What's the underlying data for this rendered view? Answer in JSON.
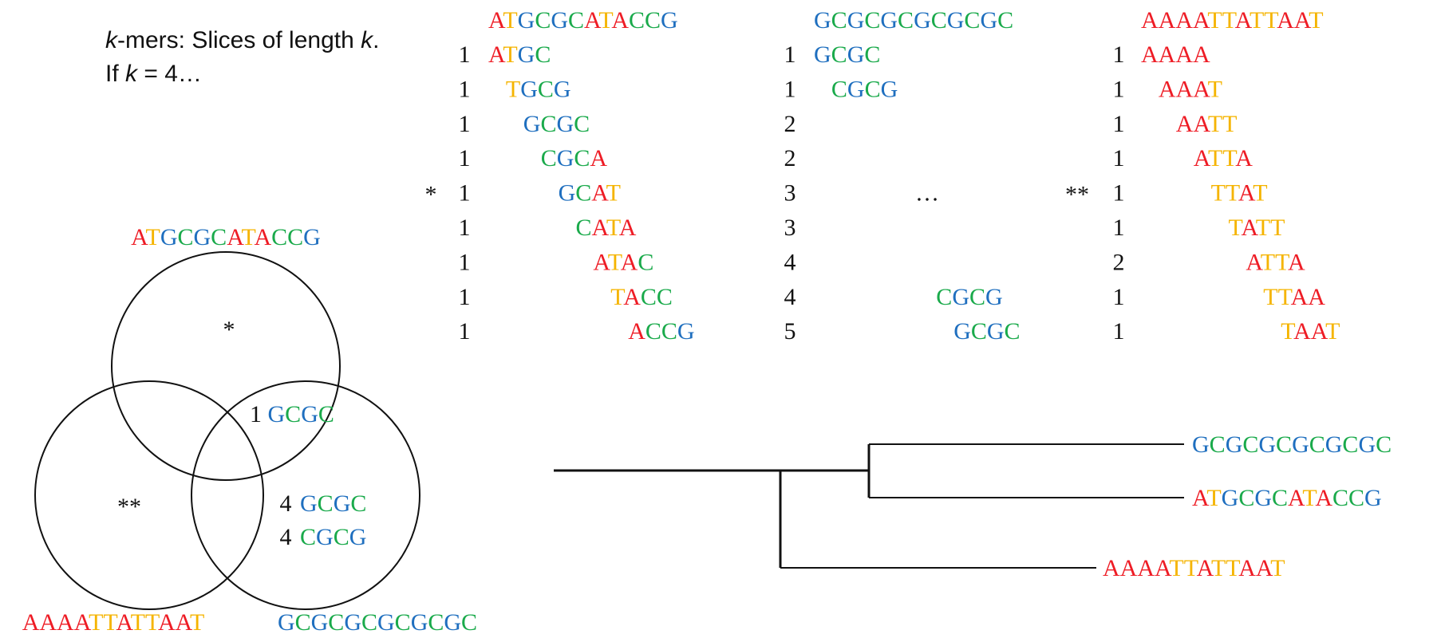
{
  "colors": {
    "A": "#ee1c25",
    "T": "#f5b400",
    "G": "#1f6fbf",
    "C": "#1aaa4b"
  },
  "intro": {
    "line1_k": "k",
    "line1_rest": "-mers: Slices of length ",
    "line1_k2": "k",
    "line1_end": ".",
    "line2_pre": "If ",
    "line2_k": "k",
    "line2_post": " = 4…"
  },
  "columns": [
    {
      "header": "ATGCGCATACCG",
      "marker": "*",
      "marker_row": 4,
      "rows": [
        {
          "count": "1",
          "kmer": "ATGC",
          "offset": 0
        },
        {
          "count": "1",
          "kmer": "TGCG",
          "offset": 1
        },
        {
          "count": "1",
          "kmer": "GCGC",
          "offset": 2
        },
        {
          "count": "1",
          "kmer": "CGCA",
          "offset": 3
        },
        {
          "count": "1",
          "kmer": "GCAT",
          "offset": 4
        },
        {
          "count": "1",
          "kmer": "CATA",
          "offset": 5
        },
        {
          "count": "1",
          "kmer": "ATAC",
          "offset": 6
        },
        {
          "count": "1",
          "kmer": "TACC",
          "offset": 7
        },
        {
          "count": "1",
          "kmer": "ACCG",
          "offset": 8
        }
      ]
    },
    {
      "header": "GCGCGCGCGCGC",
      "marker": "",
      "marker_row": -1,
      "ellipsis": "…",
      "rows": [
        {
          "count": "1",
          "kmer": "GCGC",
          "offset": 0
        },
        {
          "count": "1",
          "kmer": "CGCG",
          "offset": 1
        },
        {
          "count": "2",
          "kmer": "",
          "offset": 2
        },
        {
          "count": "2",
          "kmer": "",
          "offset": 3
        },
        {
          "count": "3",
          "kmer": "",
          "offset": 4
        },
        {
          "count": "3",
          "kmer": "",
          "offset": 5
        },
        {
          "count": "4",
          "kmer": "",
          "offset": 6
        },
        {
          "count": "4",
          "kmer": "CGCG",
          "offset": 7
        },
        {
          "count": "5",
          "kmer": "GCGC",
          "offset": 8
        }
      ]
    },
    {
      "header": "AAAATTATTAAT",
      "marker": "**",
      "marker_row": 4,
      "rows": [
        {
          "count": "1",
          "kmer": "AAAA",
          "offset": 0
        },
        {
          "count": "1",
          "kmer": "AAAT",
          "offset": 1
        },
        {
          "count": "1",
          "kmer": "AATT",
          "offset": 2
        },
        {
          "count": "1",
          "kmer": "ATTA",
          "offset": 3
        },
        {
          "count": "1",
          "kmer": "TTAT",
          "offset": 4
        },
        {
          "count": "1",
          "kmer": "TATT",
          "offset": 5
        },
        {
          "count": "2",
          "kmer": "ATTA",
          "offset": 6
        },
        {
          "count": "1",
          "kmer": "TTAA",
          "offset": 7
        },
        {
          "count": "1",
          "kmer": "TAAT",
          "offset": 8
        }
      ]
    }
  ],
  "venn": {
    "top_label": "ATGCGCATACCG",
    "left_label": "AAAATTATTAAT",
    "right_label": "GCGCGCGCGCGC",
    "top_marker": "*",
    "left_marker": "**",
    "overlap_top_right": {
      "count": "1",
      "kmer": "GCGC"
    },
    "right_only": [
      {
        "count": "4",
        "kmer": "GCGC"
      },
      {
        "count": "4",
        "kmer": "CGCG"
      }
    ]
  },
  "tree": {
    "leaves": [
      "GCGCGCGCGCGC",
      "ATGCGCATACCG",
      "AAAATTATTAAT"
    ]
  }
}
